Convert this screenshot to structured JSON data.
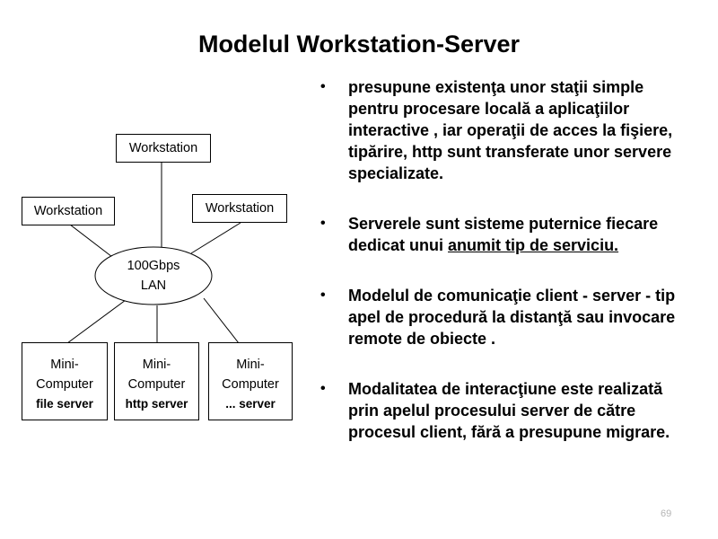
{
  "title": "Modelul Workstation-Server",
  "diagram": {
    "workstation_top": "Workstation",
    "workstation_left": "Workstation",
    "workstation_right": "Workstation",
    "lan": {
      "line1": "100Gbps",
      "line2": "LAN"
    },
    "servers": [
      {
        "line1": "Mini-",
        "line2": "Computer",
        "line3": "file server"
      },
      {
        "line1": "Mini-",
        "line2": "Computer",
        "line3": "http server"
      },
      {
        "line1": "Mini-",
        "line2": "Computer",
        "line3": "... server"
      }
    ]
  },
  "bullets": [
    {
      "text": "presupune existenţa unor staţii simple pentru procesare locală a aplicaţiilor interactive , iar operaţii de acces la fişiere, tipărire, http sunt transferate unor servere specializate."
    },
    {
      "text_before": "Serverele sunt sisteme puternice fiecare dedicat unui ",
      "underlined": "anumit tip de serviciu. "
    },
    {
      "text": "Modelul de comunicaţie client - server  - tip apel de procedură la distanţă sau invocare remote de obiecte ."
    },
    {
      "text": "Modalitatea de interacţiune este realizată prin apelul procesului server de către procesul client, fără a presupune  migrare."
    }
  ],
  "bullet_glyph": "•",
  "page_number": "69"
}
